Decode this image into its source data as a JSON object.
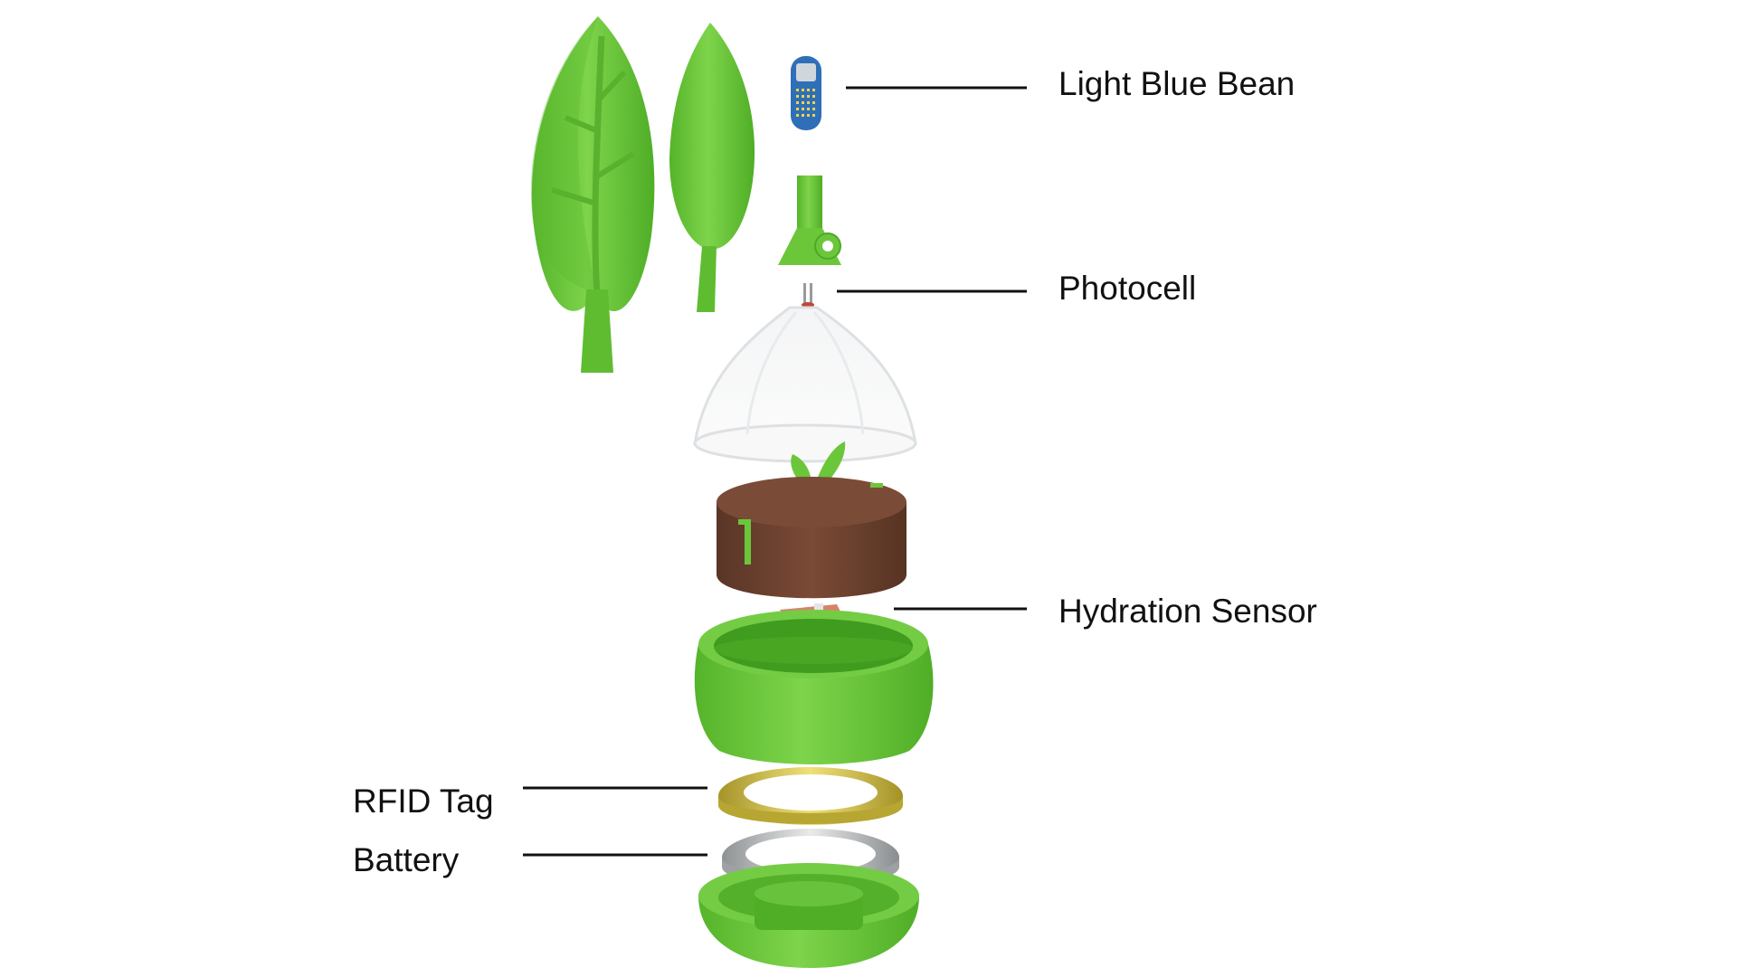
{
  "callouts": {
    "light_blue_bean": "Light Blue Bean",
    "photocell": "Photocell",
    "hydration_sensor": "Hydration Sensor",
    "rfid_tag": "RFID Tag",
    "battery": "Battery"
  },
  "colors": {
    "leaf_green": "#6cc63a",
    "leaf_shadow": "#4ea82a",
    "soil_brown": "#6e4432",
    "soil_top": "#7a4c38",
    "dome_edge": "#e3e6e8",
    "rfid_gold": "#d4c243",
    "battery_silver": "#b3b6b8",
    "board_blue": "#2f6fb8",
    "leader_line": "#111111"
  }
}
